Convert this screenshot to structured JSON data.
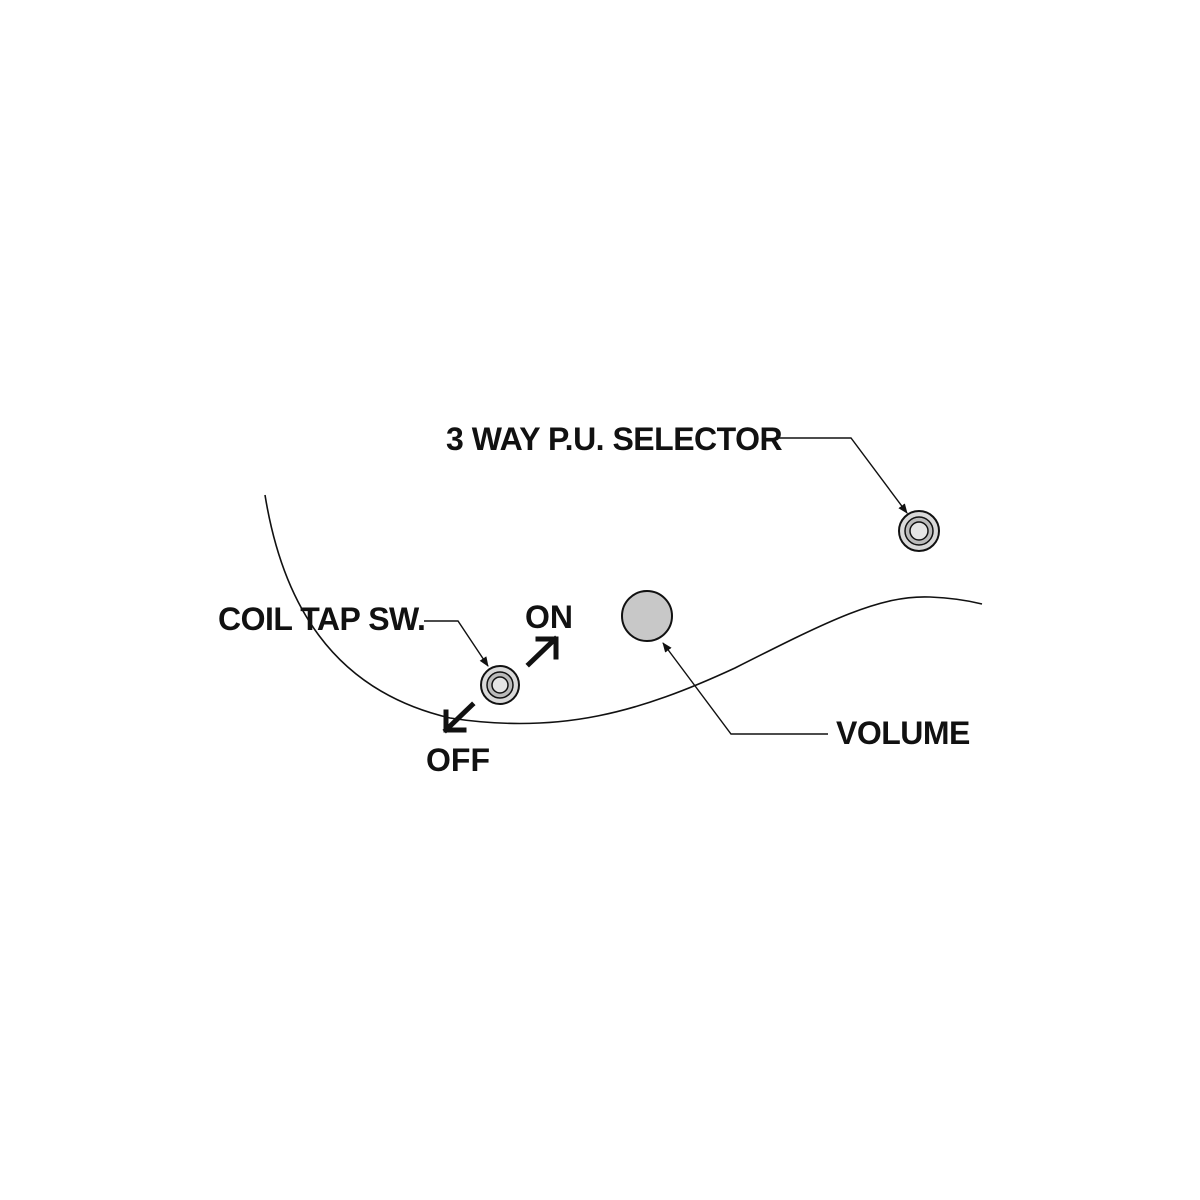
{
  "labels": {
    "selector": "3 WAY P.U. SELECTOR",
    "coil_tap": "COIL TAP SW.",
    "on": "ON",
    "off": "OFF",
    "volume": "VOLUME"
  },
  "colors": {
    "ink": "#111111",
    "knob_fill": "#c8c8c8",
    "switch_fill": "#d9d9d9",
    "background": "#ffffff"
  },
  "icons": {
    "selector": "toggle-switch-icon",
    "coil_tap": "mini-switch-icon",
    "volume": "knob-icon"
  }
}
